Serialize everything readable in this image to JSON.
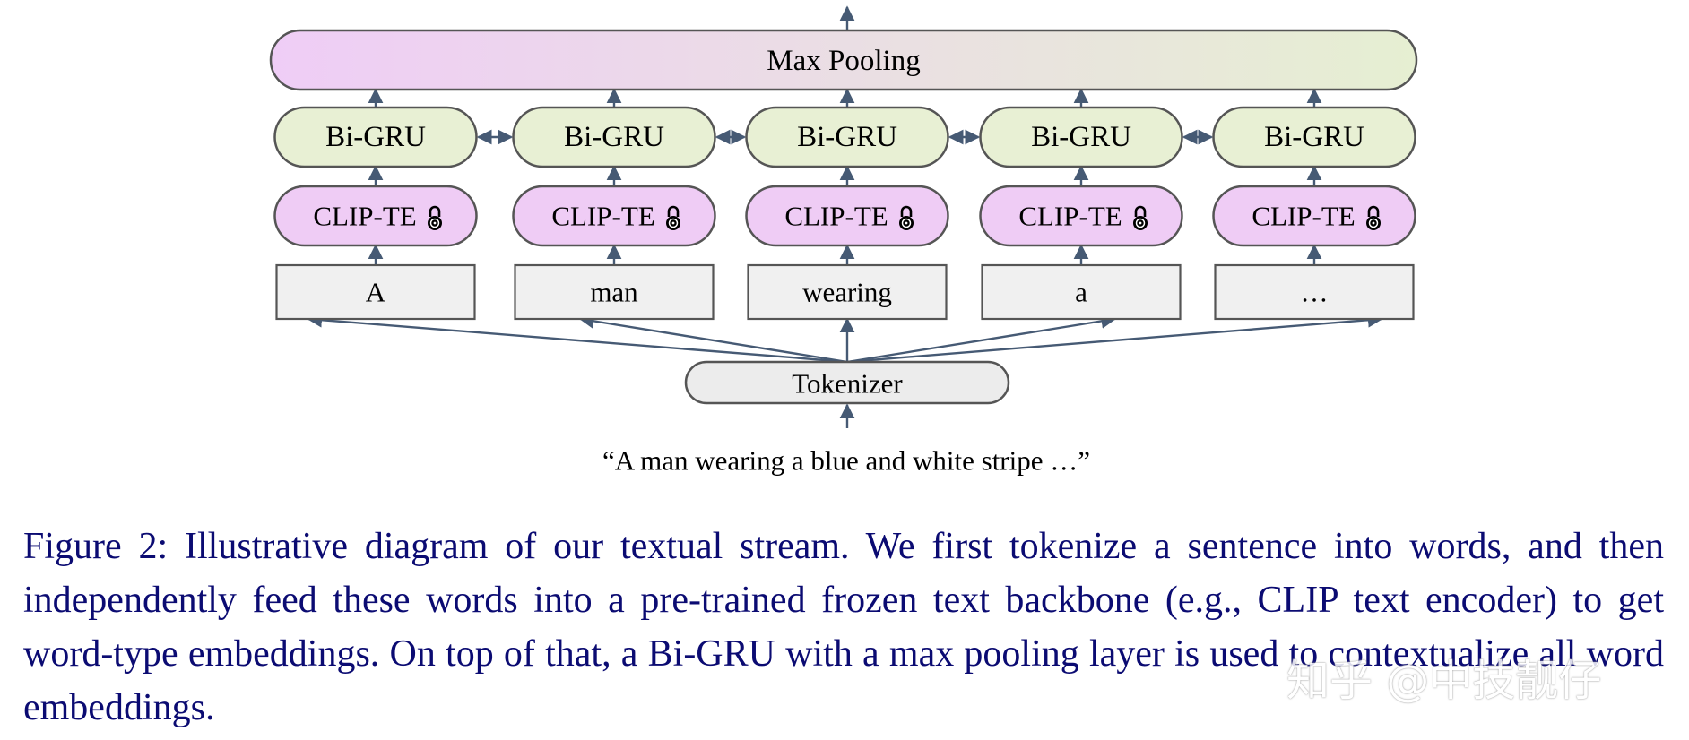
{
  "diagram": {
    "pooling_label": "Max Pooling",
    "gru_label": "Bi-GRU",
    "encoder_label": "CLIP-TE",
    "lock_icon": "lock-icon",
    "tokens": [
      "A",
      "man",
      "wearing",
      "a",
      "…"
    ],
    "tokenizer_label": "Tokenizer",
    "input_sentence": "“A man wearing a blue and white stripe …”"
  },
  "caption": {
    "text": "Figure 2: Illustrative diagram of our textual stream. We first tokenize a sentence into words, and then independently feed these words into a pre-trained frozen text backbone (e.g., CLIP text encoder) to get word-type embeddings. On top of that, a Bi-GRU with a max pooling layer is used to contextualize all word embeddings."
  },
  "watermark": "知乎 @中技靓仔",
  "colors": {
    "pooling_gradient_start": "#efcdf6",
    "pooling_gradient_end": "#e6efd2",
    "gru_fill": "#e8f0d4",
    "encoder_fill": "#efccf5",
    "token_fill": "#f0f0f0",
    "tokenizer_fill": "#ececec",
    "stroke": "#555555",
    "arrow": "#465a74",
    "caption_text": "#0b0b72"
  }
}
